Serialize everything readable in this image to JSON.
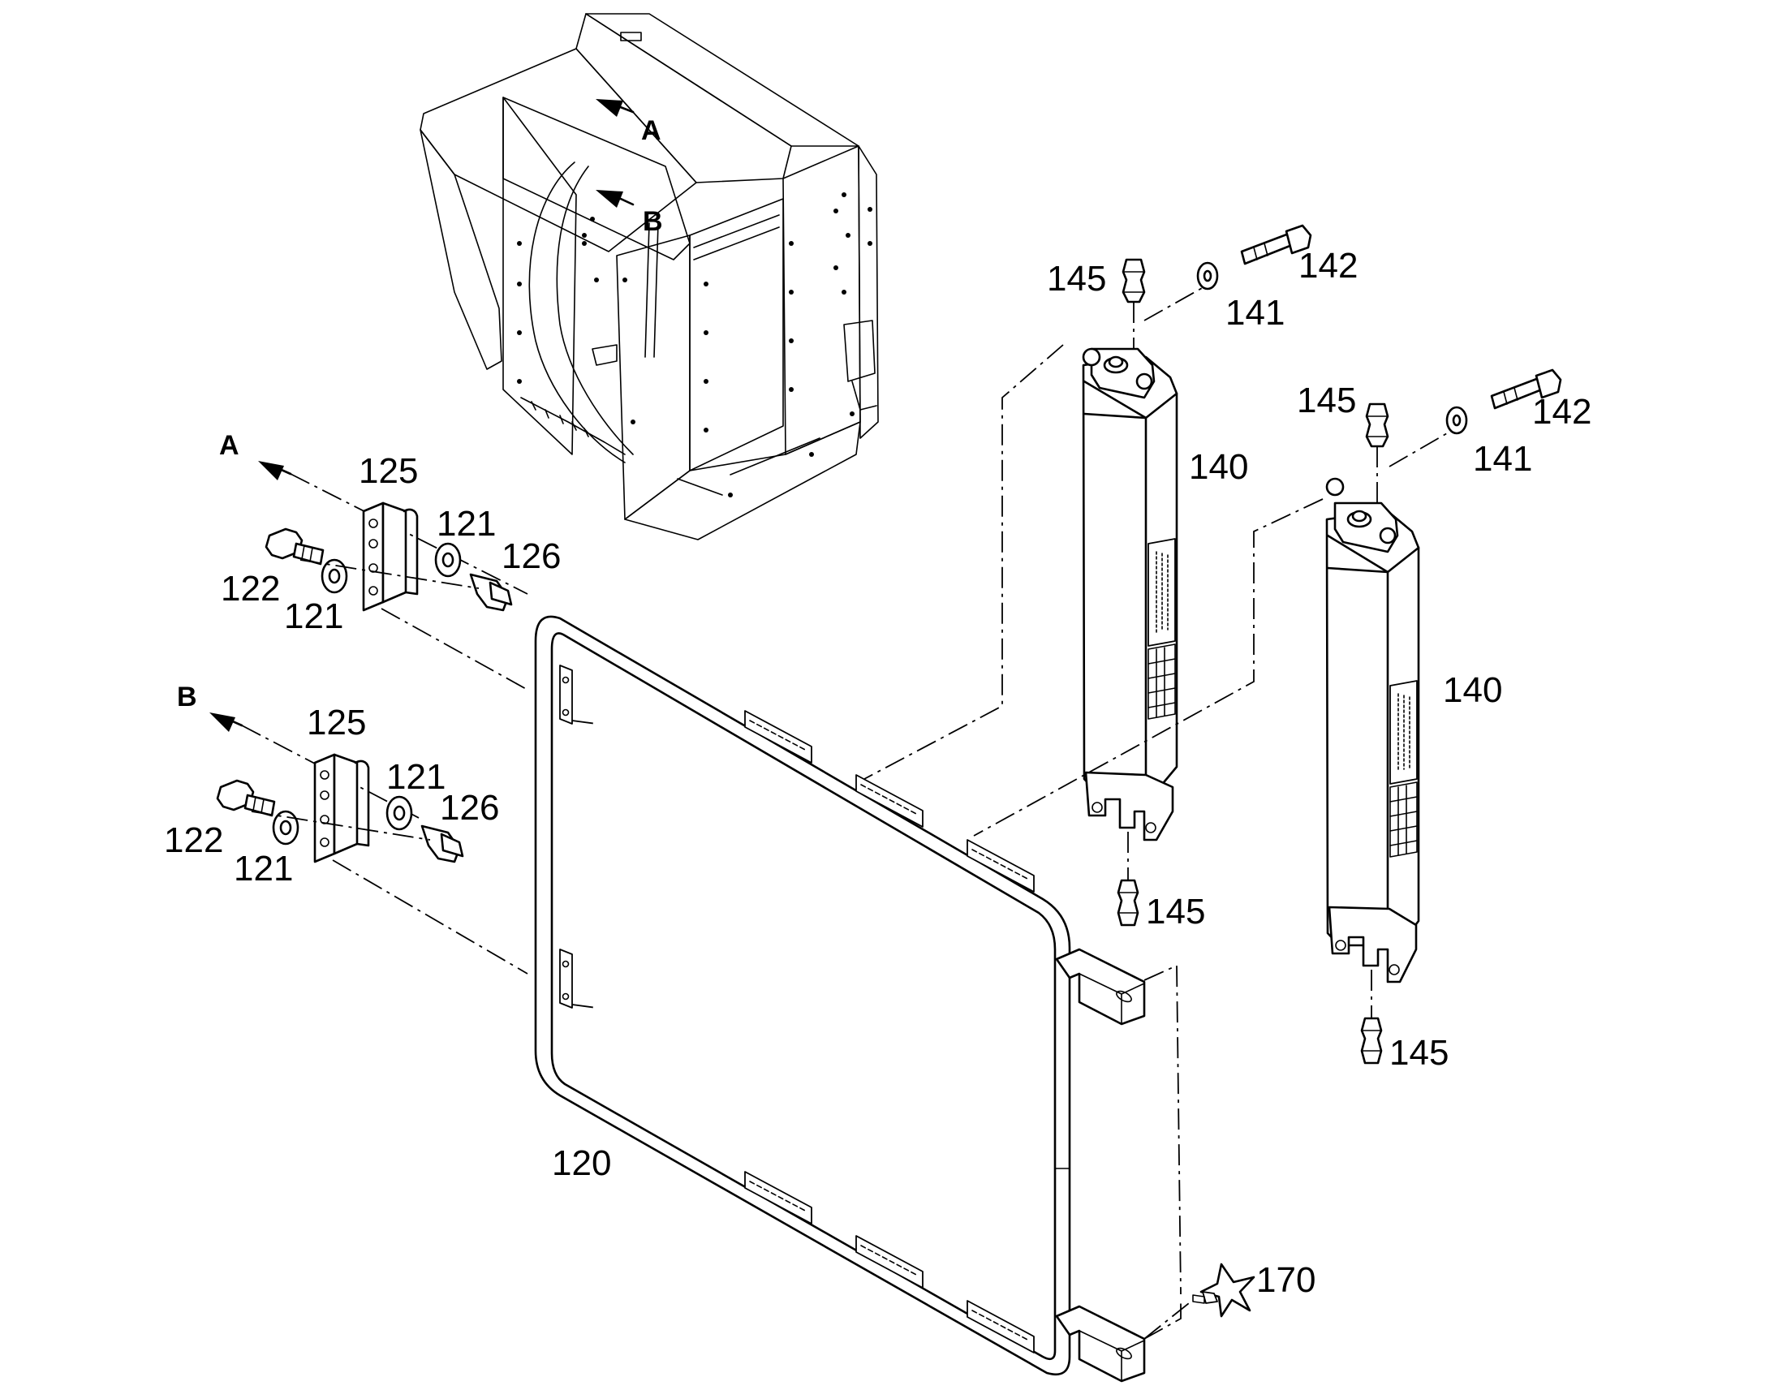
{
  "callouts": {
    "ref_a": "A",
    "ref_b": "B",
    "p120": "120",
    "p121": "121",
    "p122": "122",
    "p125": "125",
    "p126": "126",
    "p140": "140",
    "p141": "141",
    "p142": "142",
    "p145": "145",
    "p170": "170"
  }
}
